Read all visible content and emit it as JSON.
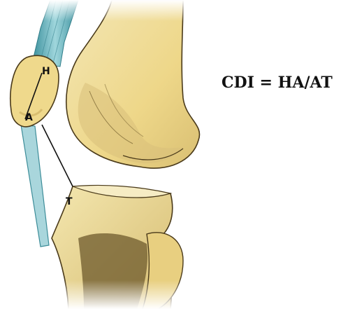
{
  "labels": {
    "h": "H",
    "a": "A",
    "t": "T"
  },
  "formula": "CDI = HA/AT",
  "colors": {
    "bone_fill": "#f0dc96",
    "bone_shadow": "#cdb36a",
    "bone_outline": "#4a3a1a",
    "tendon": "#4fa7b3",
    "tendon_light": "#9fd0d6",
    "line": "#111111"
  }
}
